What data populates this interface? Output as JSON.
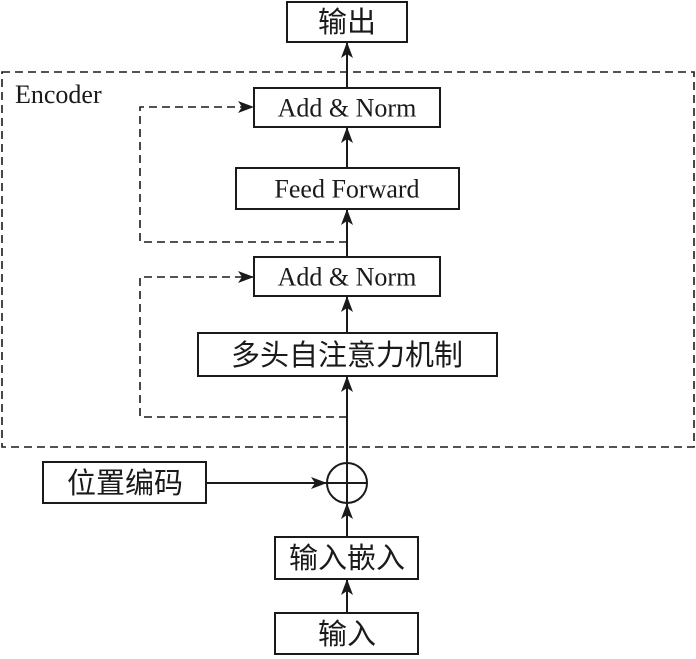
{
  "diagram": {
    "output": "输出",
    "encoder": {
      "label": "Encoder",
      "add_norm_top": "Add & Norm",
      "feed_forward": "Feed Forward",
      "add_norm_bottom": "Add & Norm",
      "multi_head_attention": "多头自注意力机制"
    },
    "positional_encoding": "位置编码",
    "input_embedding": "输入嵌入",
    "input": "输入"
  },
  "colors": {
    "stroke": "#1a1a1a",
    "background": "#ffffff"
  }
}
